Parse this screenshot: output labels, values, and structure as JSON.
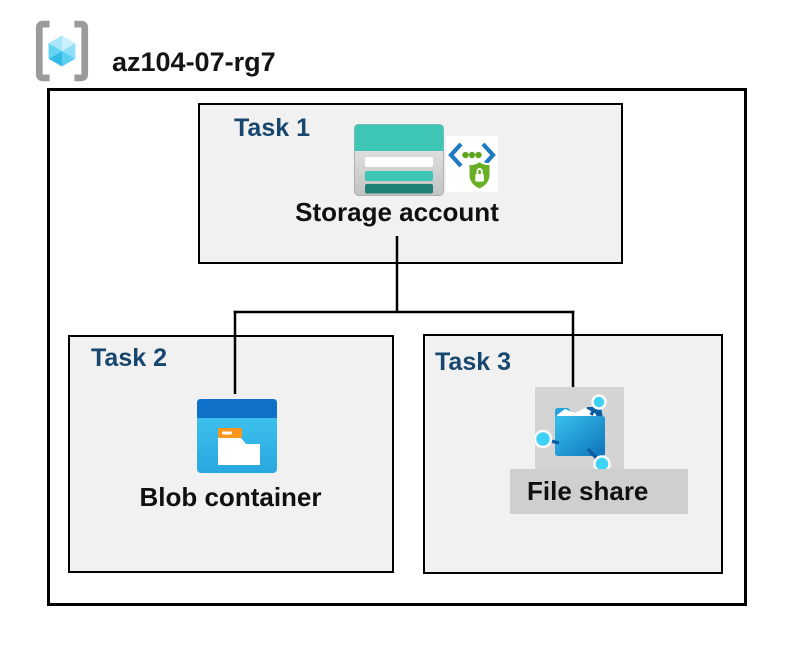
{
  "header": {
    "title": "az104-07-rg7",
    "icon": "azure-resource-group-icon"
  },
  "diagram": {
    "tasks": [
      {
        "id": "task1",
        "label": "Task 1",
        "resource": "Storage account",
        "icons": [
          "storage-account-icon",
          "shared-access-signature-icon"
        ]
      },
      {
        "id": "task2",
        "label": "Task 2",
        "resource": "Blob container",
        "icons": [
          "blob-container-icon"
        ]
      },
      {
        "id": "task3",
        "label": "Task 3",
        "resource": "File share",
        "icons": [
          "file-share-icon"
        ]
      }
    ],
    "connections": [
      {
        "from": "Storage account",
        "to": "Blob container"
      },
      {
        "from": "Storage account",
        "to": "File share"
      }
    ]
  },
  "colors": {
    "task_label": "#17466E",
    "resource_label": "#101010",
    "box_fill": "#F1F1F1",
    "box_border": "#000000",
    "connector": "#000000",
    "storage_teal": "#3EC6B4",
    "storage_teal_dark": "#1F8076",
    "blob_blue": "#0F72C8",
    "blob_tab_orange": "#F8961D",
    "file_share_label_bg": "#CFCFCF",
    "cube_blue": "#5BCEF2",
    "shield_green": "#6AAF23",
    "bracket_gray": "#9B9B9B"
  }
}
